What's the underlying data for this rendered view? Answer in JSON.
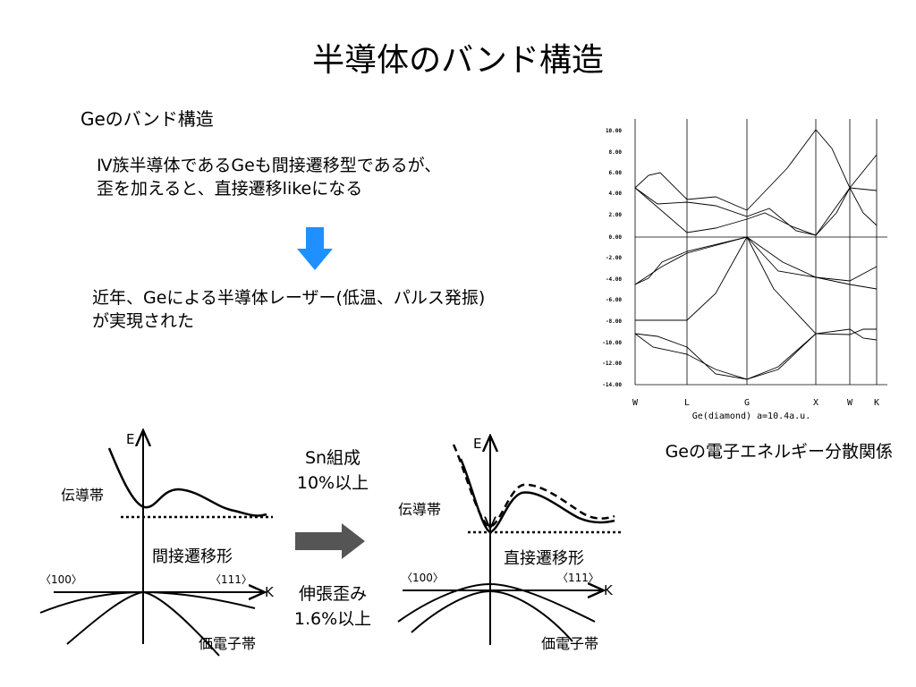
{
  "slide": {
    "title": "半導体のバンド構造",
    "subtitle": "Geのバンド構造",
    "para1_line1": "Ⅳ族半導体であるGeも間接遷移型であるが、",
    "para1_line2": "歪を加えると、直接遷移likeになる",
    "para2_line1": "近年、Geによる半導体レーザー(低温、パルス発振)",
    "para2_line2": "が実現された",
    "band_caption": "Geの電子エネルギー分散関係",
    "sn_line1": "Sn組成",
    "sn_line2": "10%以上",
    "strain_line1": "伸張歪み",
    "strain_line2": "1.6%以上"
  },
  "colors": {
    "arrow_down": "#1e90ff",
    "arrow_right": "#555555"
  },
  "band_graph": {
    "y_ticks": [
      "10.00",
      "8.00",
      "6.00",
      "4.00",
      "2.00",
      "0.00",
      "-2.00",
      "-4.00",
      "-6.00",
      "-8.00",
      "-10.00",
      "-12.00",
      "-14.00"
    ],
    "k_labels": [
      "W",
      "L",
      "G",
      "X",
      "W",
      "K"
    ],
    "xlabel": "Ge(diamond) a=10.4a.u."
  },
  "diagram_left": {
    "axis_e": "E",
    "axis_k": "K",
    "dir_100": "〈100〉",
    "dir_111": "〈111〉",
    "conduction": "伝導帯",
    "valence": "価電子帯",
    "type": "間接遷移形"
  },
  "diagram_right": {
    "axis_e": "E",
    "axis_k": "K",
    "dir_100": "〈100〉",
    "dir_111": "〈111〉",
    "conduction": "伝導帯",
    "valence": "価電子帯",
    "type": "直接遷移形"
  }
}
